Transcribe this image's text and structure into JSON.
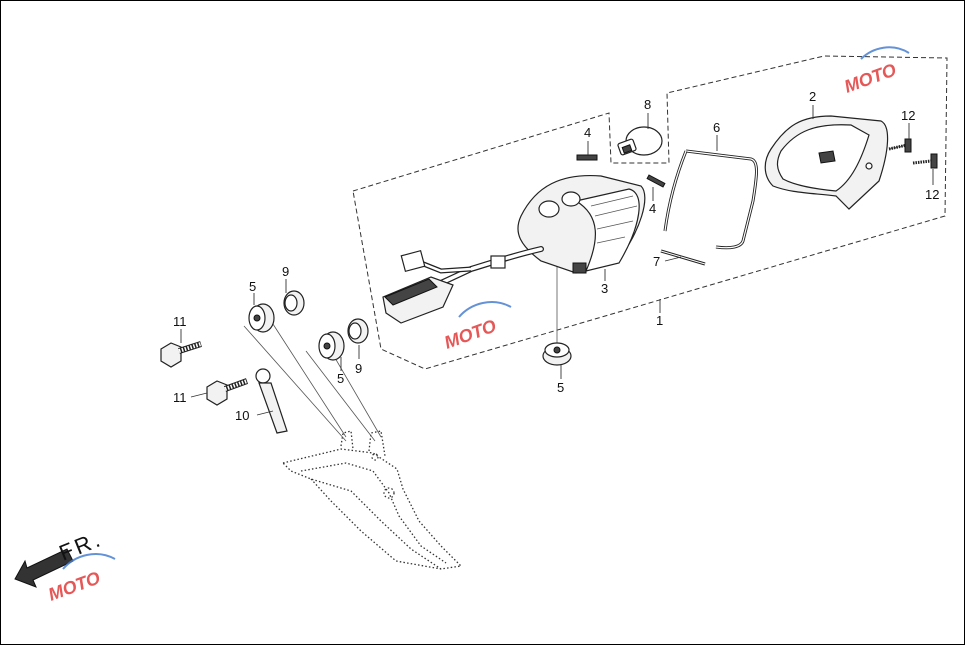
{
  "callouts": {
    "c1": "1",
    "c2": "2",
    "c3": "3",
    "c4a": "4",
    "c4b": "4",
    "c5a": "5",
    "c5b": "5",
    "c5c": "5",
    "c6": "6",
    "c7": "7",
    "c8": "8",
    "c9a": "9",
    "c9b": "9",
    "c10": "10",
    "c11a": "11",
    "c11b": "11",
    "c12a": "12",
    "c12b": "12"
  },
  "direction_label": "FR.",
  "watermark": "MOTO",
  "colors": {
    "watermark_red": "#e23a3a",
    "watermark_blue": "#4a7fd0",
    "line": "#222222"
  }
}
